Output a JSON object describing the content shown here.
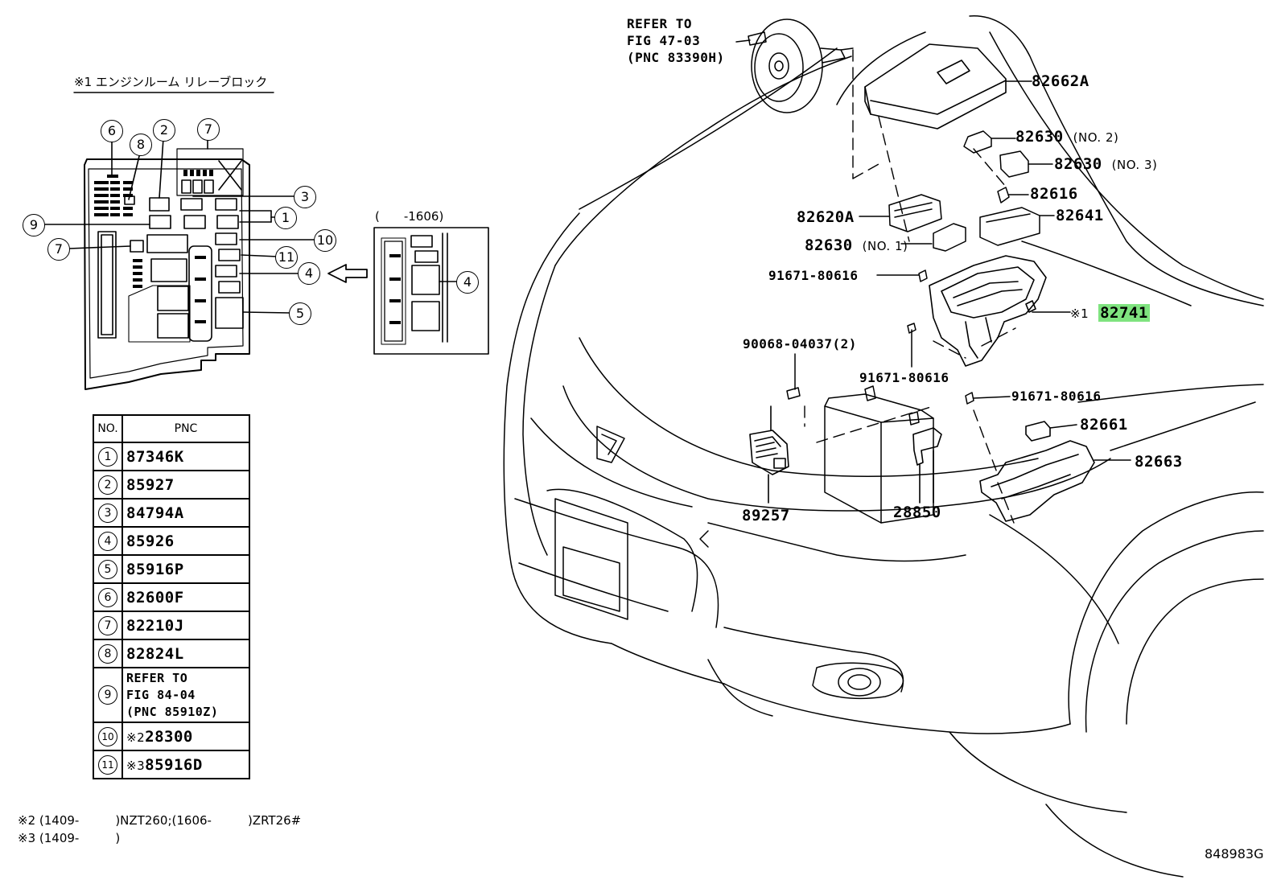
{
  "left_panel": {
    "title": "※1 エンジンルーム リレーブロック",
    "inset_range": "(　　-1606)",
    "callouts": [
      "6",
      "8",
      "2",
      "7",
      "3",
      "1",
      "9",
      "10",
      "7",
      "11",
      "4",
      "5",
      "4"
    ]
  },
  "table": {
    "headers": [
      "NO.",
      "PNC"
    ],
    "rows": [
      {
        "no": "1",
        "pnc": "87346K"
      },
      {
        "no": "2",
        "pnc": "85927"
      },
      {
        "no": "3",
        "pnc": "84794A"
      },
      {
        "no": "4",
        "pnc": "85926"
      },
      {
        "no": "5",
        "pnc": "85916P"
      },
      {
        "no": "6",
        "pnc": "82600F"
      },
      {
        "no": "7",
        "pnc": "82210J"
      },
      {
        "no": "8",
        "pnc": "82824L"
      },
      {
        "no": "9",
        "pnc_lines": [
          "REFER TO",
          "FIG 84-04",
          "(PNC 85910Z)"
        ]
      },
      {
        "no": "10",
        "prefix": "※2",
        "pnc": "28300"
      },
      {
        "no": "11",
        "prefix": "※3",
        "pnc": "85916D"
      }
    ]
  },
  "footnotes": [
    "※2 (1409-　　　)NZT260;(1606-　　　)ZRT26#",
    "※3 (1409-　　　)"
  ],
  "refer": [
    "REFER TO",
    "FIG 47-03",
    "(PNC 83390H)"
  ],
  "parts": {
    "p82662A": "82662A",
    "p82630_2": "82630",
    "p82630_2_sub": "(NO. 2)",
    "p82630_3": "82630",
    "p82630_3_sub": "(NO. 3)",
    "p82616": "82616",
    "p82641": "82641",
    "p82620A": "82620A",
    "p82630_1": "82630",
    "p82630_1_sub": "(NO. 1)",
    "p91671_a": "91671-80616",
    "p82741_prefix": "※1",
    "p82741": "82741",
    "p90068": "90068-04037(2)",
    "p91671_b": "91671-80616",
    "p91671_c": "91671-80616",
    "p82661": "82661",
    "p82663": "82663",
    "p89257": "89257",
    "p28850": "28850"
  },
  "figure_id": "848983G",
  "highlight_color": "#7fe37f"
}
